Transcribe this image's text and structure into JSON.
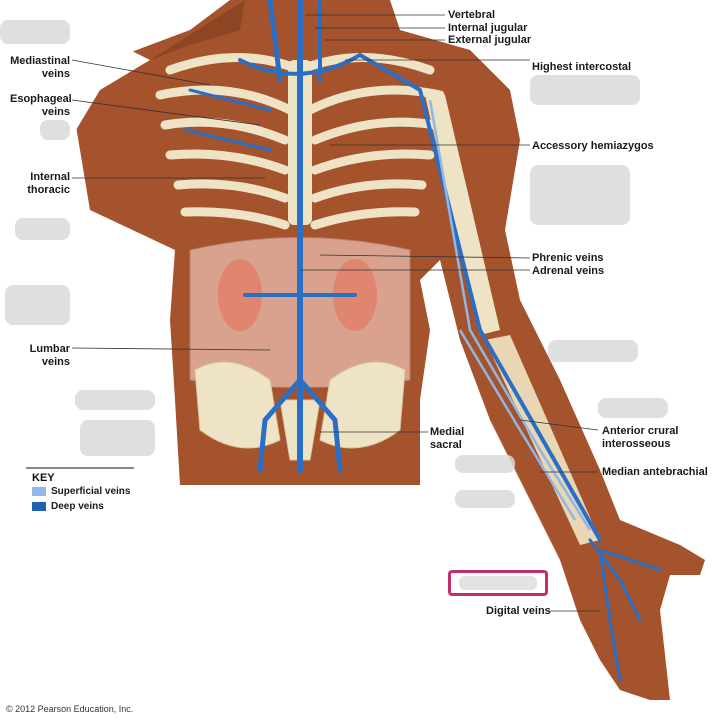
{
  "labels": {
    "vertebral": "Vertebral",
    "internal_jugular": "Internal jugular",
    "external_jugular": "External jugular",
    "highest_intercostal": "Highest intercostal",
    "mediastinal_veins": "Mediastinal veins",
    "esophageal_veins": "Esophageal veins",
    "accessory_hemiazygos": "Accessory hemiazygos",
    "internal_thoracic": "Internal thoracic",
    "phrenic_veins": "Phrenic veins",
    "adrenal_veins": "Adrenal veins",
    "lumbar_veins": "Lumbar veins",
    "anterior_crural_interosseous": "Anterior crural interosseous",
    "medial_sacral": "Medial sacral",
    "median_antebrachial": "Median antebrachial",
    "digital_veins": "Digital veins"
  },
  "key": {
    "title": "KEY",
    "superficial": "Superficial veins",
    "deep": "Deep veins",
    "superficial_color": "#8fb8e6",
    "deep_color": "#1f62b0"
  },
  "copyright": "© 2012 Pearson Education, Inc.",
  "colors": {
    "skin": "#a4532c",
    "vein": "#2a6fc6",
    "bone": "#efe3c6",
    "kidney": "#e0866e",
    "answer_box": "#c0306e"
  }
}
